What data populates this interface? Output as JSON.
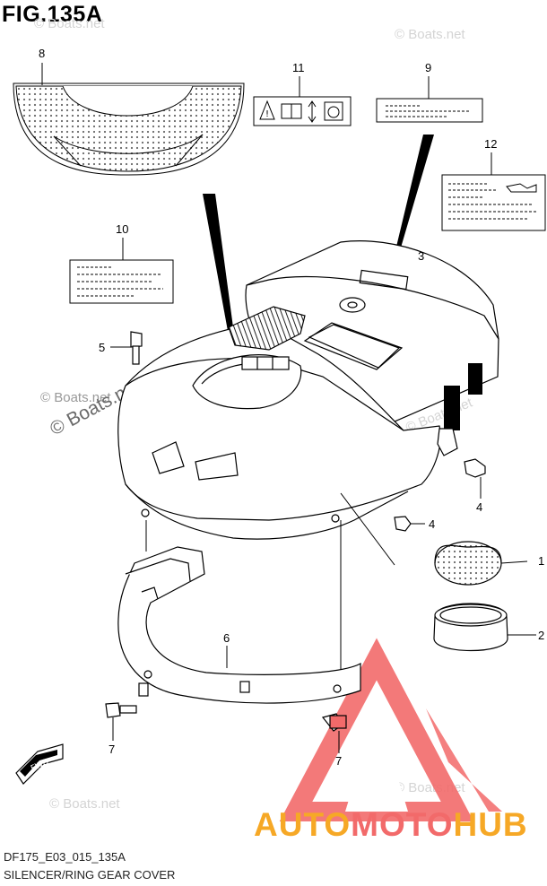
{
  "figure": {
    "title": "FIG.135A",
    "code": "DF175_E03_015_135A",
    "description": "SILENCER/RING GEAR COVER"
  },
  "watermarks": {
    "text": "© Boats.net"
  },
  "brand": {
    "part1": "AUTO",
    "part2": "MOTO",
    "part3": "HUB",
    "accent_orange": "#f6a826",
    "accent_red": "#f26a6a"
  },
  "callouts": {
    "c1": "1",
    "c2": "2",
    "c3": "3",
    "c4a": "4",
    "c4b": "4",
    "c5": "5",
    "c6": "6",
    "c7a": "7",
    "c7b": "7",
    "c8": "8",
    "c9": "9",
    "c10": "10",
    "c11": "11",
    "c12": "12"
  }
}
